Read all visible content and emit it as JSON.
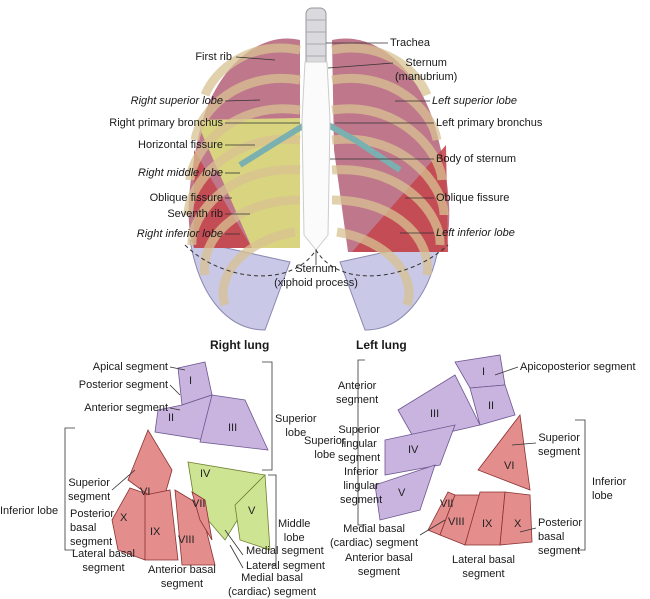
{
  "colors": {
    "lung": "#b8687e",
    "middle_lobe": "#d9d97e",
    "inferior": "#c4474f",
    "rib": "#ead8b0",
    "superior_segments": "#c8b4df",
    "inferior_segments": "#e48d8d",
    "middle_segments": "#cde492"
  },
  "thorax": {
    "first_rib": "First rib",
    "right_superior_lobe": "Right superior lobe",
    "right_primary_bronchus": "Right primary bronchus",
    "horizontal_fissure": "Horizontal fissure",
    "right_middle_lobe": "Right middle lobe",
    "oblique_fissure_right": "Oblique fissure",
    "seventh_rib": "Seventh rib",
    "right_inferior_lobe": "Right inferior lobe",
    "trachea": "Trachea",
    "sternum_manubrium": "Sternum\n(manubrium)",
    "left_superior_lobe": "Left superior lobe",
    "left_primary_bronchus": "Left primary bronchus",
    "body_of_sternum": "Body of sternum",
    "oblique_fissure_left": "Oblique fissure",
    "left_inferior_lobe": "Left inferior lobe",
    "sternum_xiphoid": "Sternum\n(xiphoid process)"
  },
  "right_lung": {
    "heading": "Right lung",
    "apical_segment": "Apical segment",
    "posterior_segment": "Posterior segment",
    "anterior_segment": "Anterior segment",
    "superior_lobe": "Superior\nlobe",
    "inferior_lobe": "Inferior lobe",
    "superior_segment": "Superior\nsegment",
    "posterior_basal_segment": "Posterior\nbasal\nsegment",
    "middle_lobe": "Middle\nlobe",
    "lateral_basal_segment": "Lateral basal\nsegment",
    "anterior_basal_segment": "Anterior basal\nsegment",
    "medial_basal_segment": "Medial basal\n(cardiac) segment",
    "lateral_segment": "Lateral segment",
    "medial_segment": "Medial segment",
    "numerals": [
      "I",
      "II",
      "III",
      "IV",
      "V",
      "VI",
      "VII",
      "VIII",
      "IX",
      "X"
    ]
  },
  "left_lung": {
    "heading": "Left lung",
    "apicoposterior_segment": "Apicoposterior segment",
    "anterior_segment": "Anterior\nsegment",
    "superior_lobe": "Superior\nlobe",
    "superior_lingular_segment": "Superior\nlingular\nsegment",
    "inferior_lingular_segment": "Inferior\nlingular\nsegment",
    "superior_segment": "Superior\nsegment",
    "inferior_lobe": "Inferior lobe",
    "medial_basal_segment": "Medial basal\n(cardiac) segment",
    "anterior_basal_segment": "Anterior basal\nsegment",
    "lateral_basal_segment": "Lateral basal\nsegment",
    "posterior_basal_segment": "Posterior\nbasal\nsegment",
    "numerals": [
      "I",
      "II",
      "III",
      "IV",
      "V",
      "VI",
      "VII",
      "VIII",
      "IX",
      "X"
    ]
  }
}
